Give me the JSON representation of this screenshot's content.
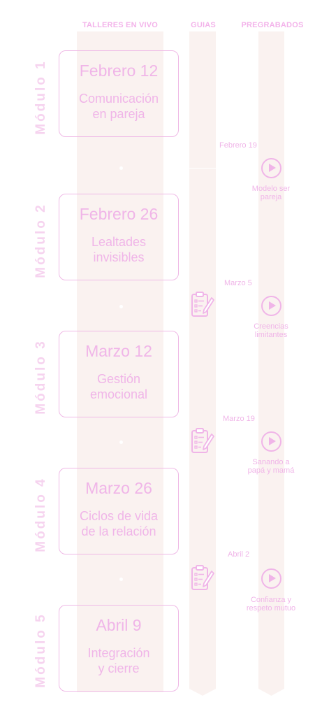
{
  "headers": {
    "live": "TALLERES EN VIVO",
    "guides": "GUIAS",
    "recorded": "PREGRABADOS"
  },
  "colors": {
    "accent": "#f0b5e8",
    "track": "#faf2f0",
    "module_label": "#f6d3ef"
  },
  "modules": [
    {
      "label": "Módulo 1",
      "date": "Febrero 12",
      "title": "Comunicación\nen pareja"
    },
    {
      "label": "Módulo 2",
      "date": "Febrero 26",
      "title": "Lealtades\ninvisibles"
    },
    {
      "label": "Módulo 3",
      "date": "Marzo 12",
      "title": "Gestión\nemocional"
    },
    {
      "label": "Módulo 4",
      "date": "Marzo 26",
      "title": "Ciclos de vida\nde la relación"
    },
    {
      "label": "Módulo 5",
      "date": "Abril 9",
      "title": "Integración\ny cierre"
    }
  ],
  "recordings": [
    {
      "date": "Febrero 19",
      "title": "Modelo ser\npareja",
      "icon": "play-circle-icon",
      "guide": false
    },
    {
      "date": "Marzo 5",
      "title": "Creencias\nlimitantes",
      "icon": "play-circle-icon",
      "guide": true,
      "guide_icon": "clipboard-checklist-icon"
    },
    {
      "date": "Marzo 19",
      "title": "Sanando a\npapá y mamá",
      "icon": "play-circle-icon",
      "guide": true,
      "guide_icon": "clipboard-checklist-icon"
    },
    {
      "date": "Abril 2",
      "title": "Confianza y\nrespeto mutuo",
      "icon": "play-circle-icon",
      "guide": true,
      "guide_icon": "clipboard-checklist-icon"
    }
  ]
}
